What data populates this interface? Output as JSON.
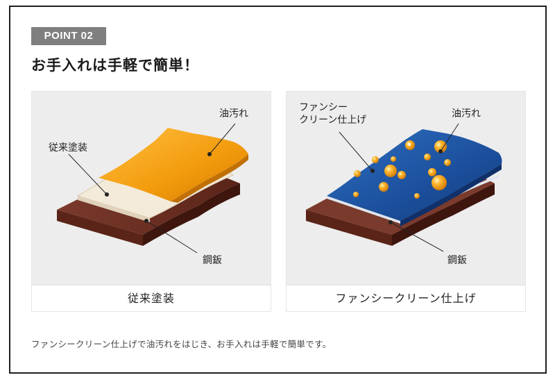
{
  "badge": "POINT 02",
  "headline": "お手入れは手軽で簡単！",
  "panel_left": {
    "caption": "従来塗装",
    "label_oil": "油汚れ",
    "label_coating": "従来塗装",
    "label_steel": "鋼鈑"
  },
  "panel_right": {
    "caption": "ファンシークリーン仕上げ",
    "label_finish_line1": "ファンシー",
    "label_finish_line2": "クリーン仕上げ",
    "label_oil": "油汚れ",
    "label_steel": "鋼鈑"
  },
  "footnote": "ファンシークリーン仕上げで油汚れをはじき、お手入れは手軽で簡単です。",
  "colors": {
    "badge_bg": "#7f7f7f",
    "panel_bg": "#ededed",
    "steel": "#6b2c20",
    "oil_orange": "#f5a010",
    "coating_blue": "#1e5aa8"
  }
}
